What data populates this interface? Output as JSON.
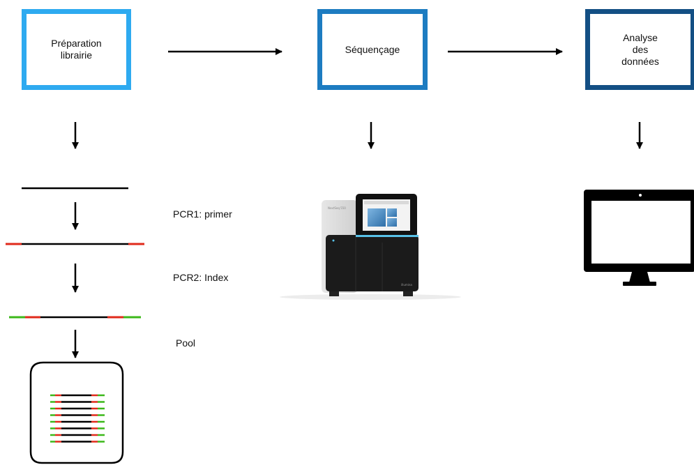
{
  "steps": {
    "prep": "Préparation\nlibrairie",
    "seq": "Séquençage",
    "analysis": "Analyse\ndes\ndonnées"
  },
  "library_steps": {
    "pcr1": "PCR1: primer",
    "pcr2": "PCR2: Index",
    "pool": "Pool"
  },
  "colors": {
    "prep_border": "#2eaaf0",
    "seq_border": "#1d7cc1",
    "analysis_border": "#134f84",
    "strand": "#000000",
    "primer": "#e02a1b",
    "index": "#3cb81a"
  },
  "icons": {
    "sequencer": "sequencer-image",
    "monitor": "monitor-icon"
  }
}
